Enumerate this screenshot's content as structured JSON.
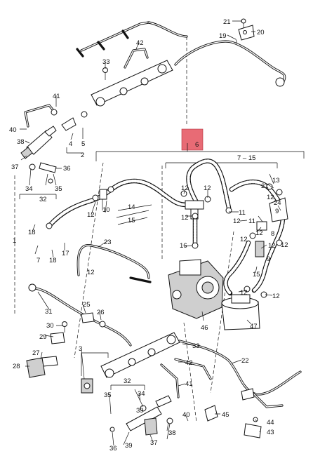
{
  "labels": [
    {
      "id": "l21a",
      "text": "21"
    },
    {
      "id": "l20a",
      "text": "20"
    },
    {
      "id": "l19a",
      "text": "19"
    },
    {
      "id": "l42a",
      "text": "42"
    },
    {
      "id": "l33a",
      "text": "33"
    },
    {
      "id": "l41a",
      "text": "41"
    },
    {
      "id": "l40a",
      "text": "40"
    },
    {
      "id": "l38a",
      "text": "38"
    },
    {
      "id": "l37a",
      "text": "37"
    },
    {
      "id": "l36a",
      "text": "36"
    },
    {
      "id": "l4a",
      "text": "4"
    },
    {
      "id": "l5a",
      "text": "5"
    },
    {
      "id": "l2a",
      "text": "2"
    },
    {
      "id": "l34a",
      "text": "34"
    },
    {
      "id": "l35a",
      "text": "35"
    },
    {
      "id": "l32a",
      "text": "32"
    },
    {
      "id": "l6",
      "text": "6"
    },
    {
      "id": "l715",
      "text": "7 – 15"
    },
    {
      "id": "l13a",
      "text": "13"
    },
    {
      "id": "l21b",
      "text": "21"
    },
    {
      "id": "l12a",
      "text": "12"
    },
    {
      "id": "l12b",
      "text": "12"
    },
    {
      "id": "l12c",
      "text": "12"
    },
    {
      "id": "l24a",
      "text": "24"
    },
    {
      "id": "l9a",
      "text": "9"
    },
    {
      "id": "l11a",
      "text": "11"
    },
    {
      "id": "l12d",
      "text": "12"
    },
    {
      "id": "l10a",
      "text": "10"
    },
    {
      "id": "l14a",
      "text": "14"
    },
    {
      "id": "l15a",
      "text": "15"
    },
    {
      "id": "l12e",
      "text": "12"
    },
    {
      "id": "l12f",
      "text": "12"
    },
    {
      "id": "l11b",
      "text": "11"
    },
    {
      "id": "l12g",
      "text": "12"
    },
    {
      "id": "l12h",
      "text": "12"
    },
    {
      "id": "l8a",
      "text": "8"
    },
    {
      "id": "l9b",
      "text": "9"
    },
    {
      "id": "l12i",
      "text": "12"
    },
    {
      "id": "l12j",
      "text": "12"
    },
    {
      "id": "l16a",
      "text": "16"
    },
    {
      "id": "l12k",
      "text": "12"
    },
    {
      "id": "l18a",
      "text": "18"
    },
    {
      "id": "l1a",
      "text": "1"
    },
    {
      "id": "l23a",
      "text": "23"
    },
    {
      "id": "l7a",
      "text": "7"
    },
    {
      "id": "l18b",
      "text": "18"
    },
    {
      "id": "l17a",
      "text": "17"
    },
    {
      "id": "l15b",
      "text": "15"
    },
    {
      "id": "l12l",
      "text": "12"
    },
    {
      "id": "l12m",
      "text": "12"
    },
    {
      "id": "l25a",
      "text": "25"
    },
    {
      "id": "l26a",
      "text": "26"
    },
    {
      "id": "l31a",
      "text": "31"
    },
    {
      "id": "l30a",
      "text": "30"
    },
    {
      "id": "l29a",
      "text": "29"
    },
    {
      "id": "l46a",
      "text": "46"
    },
    {
      "id": "l47a",
      "text": "47"
    },
    {
      "id": "l33b",
      "text": "33"
    },
    {
      "id": "l3a",
      "text": "3"
    },
    {
      "id": "l27a",
      "text": "27"
    },
    {
      "id": "l28a",
      "text": "28"
    },
    {
      "id": "l42b",
      "text": "42"
    },
    {
      "id": "l22a",
      "text": "22"
    },
    {
      "id": "l41b",
      "text": "41"
    },
    {
      "id": "l32b",
      "text": "32"
    },
    {
      "id": "l34b",
      "text": "34"
    },
    {
      "id": "l35b",
      "text": "35"
    },
    {
      "id": "l39a",
      "text": "39"
    },
    {
      "id": "l40b",
      "text": "40"
    },
    {
      "id": "l45a",
      "text": "45"
    },
    {
      "id": "l44a",
      "text": "44"
    },
    {
      "id": "l43a",
      "text": "43"
    },
    {
      "id": "l36b",
      "text": "36"
    },
    {
      "id": "l39b",
      "text": "39"
    },
    {
      "id": "l37b",
      "text": "37"
    },
    {
      "id": "l38b",
      "text": "38"
    }
  ],
  "colors": {
    "ink": "#111111",
    "highlight": "#e86b75",
    "paper": "#ffffff"
  }
}
